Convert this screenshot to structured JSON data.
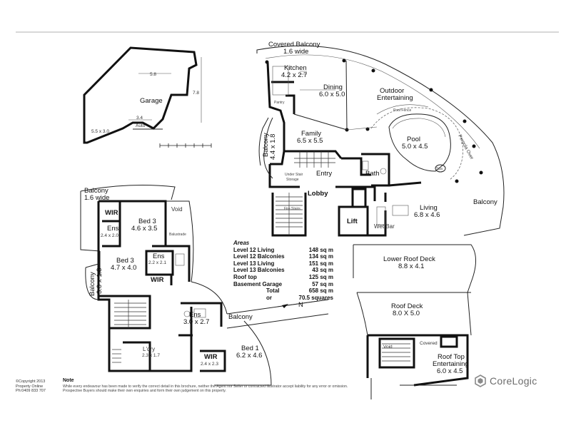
{
  "rooms": {
    "garage": {
      "name": "Garage",
      "dim_width": "5.8",
      "dim_depth": "7.8",
      "dim_inner": "3.4",
      "auto": "Auto",
      "sub": "5.5 x 3.0"
    },
    "covered_balcony": {
      "name": "Covered Balcony",
      "dims": "1.6 wide"
    },
    "kitchen": {
      "name": "Kitchen",
      "dims": "4.2 x 2.7"
    },
    "dining": {
      "name": "Dining",
      "dims": "6.0 x 5.0"
    },
    "outdoor": {
      "name": "Outdoor",
      "name2": "Entertaining"
    },
    "pool": {
      "name": "Pool",
      "dims": "5.0 x 4.5"
    },
    "pergola": {
      "name": "Pergola Over"
    },
    "spa": {
      "name": "Spa"
    },
    "pool_fence": {
      "name": "Pool Fence"
    },
    "family": {
      "name": "Family",
      "dims": "6.5 x 5.5"
    },
    "balcony_left_upper": {
      "name": "Balcony",
      "dims": "4.4 x 1.8"
    },
    "entry": {
      "name": "Entry"
    },
    "bath": {
      "name": "Bath"
    },
    "lobby": {
      "name": "Lobby"
    },
    "lift": {
      "name": "Lift"
    },
    "living": {
      "name": "Living",
      "dims": "6.8 x 4.6"
    },
    "wet_bar": {
      "name": "Wet Bar"
    },
    "balcony_right": {
      "name": "Balcony"
    },
    "fire_stairs": {
      "name": "Fire Stairs"
    },
    "pantry": {
      "name": "Pantry"
    },
    "under_stair": {
      "name": "Under Stair",
      "name2": "Storage"
    },
    "balcony_lower_top": {
      "name": "Balcony",
      "dims": "1.6 wide"
    },
    "wir_top": {
      "name": "WIR"
    },
    "bed3_a": {
      "name": "Bed 3",
      "dims": "4.6 x 3.5"
    },
    "void_a": {
      "name": "Void"
    },
    "balustrade": {
      "name": "Balustrade"
    },
    "ens_a": {
      "name": "Ens",
      "dims": "2.4 x 2.0"
    },
    "bed3_b": {
      "name": "Bed 3",
      "dims": "4.7 x 4.0"
    },
    "ens_b": {
      "name": "Ens",
      "dims": "2.2 x 2.1"
    },
    "wir_mid": {
      "name": "WIR"
    },
    "balcony_left_lower": {
      "name": "Balcony",
      "dims": "3.0 x 1.8"
    },
    "ens_c": {
      "name": "Ens",
      "dims": "3.0 x 2.7"
    },
    "balcony_lower": {
      "name": "Balcony"
    },
    "bed1": {
      "name": "Bed 1",
      "dims": "6.2 x 4.6"
    },
    "ldry": {
      "name": "L'dry",
      "dims": "2.3 x 1.7"
    },
    "wir_low": {
      "name": "WIR",
      "dims": "2.4 x 2.3"
    },
    "lower_roof_deck": {
      "name": "Lower Roof Deck",
      "dims": "8.8 x 4.1"
    },
    "roof_deck": {
      "name": "Roof Deck",
      "dims": "8.0 X 5.0"
    },
    "void_roof": {
      "name": "Void"
    },
    "covered_roof": {
      "name": "Covered"
    },
    "roof_top": {
      "name": "Roof Top",
      "name2": "Entertaining",
      "dims": "6.0 x 4.5"
    },
    "compass": {
      "label": "N"
    }
  },
  "areas": {
    "title": "Areas",
    "rows": [
      {
        "label": "Level 12  Living",
        "value": "148 sq m"
      },
      {
        "label": "Level 12  Balconies",
        "value": "134 sq m"
      },
      {
        "label": "Level 13  Living",
        "value": "151 sq m"
      },
      {
        "label": "Level 13  Balconies",
        "value": "43 sq m"
      },
      {
        "label": "Roof top",
        "value": "125 sq m"
      },
      {
        "label": "Basement Garage",
        "value": "57 sq m"
      },
      {
        "label": "Total",
        "value": "658 sq m"
      },
      {
        "label": "or",
        "value": "70.5 squares"
      }
    ]
  },
  "footer": {
    "copyright": "©Copyright 2013 Property Online Ph:0409 833 707",
    "note_heading": "Note",
    "note_text": "While every endeavour has been made to verify the correct detail in this brochure, neither the Agent nor Seller or contracted illustrator accept liability for any error or omission. Prospective Buyers should make their own enquiries and form their own judgement on this property."
  },
  "brand": {
    "name": "CoreLogic",
    "color": "#7a7a7a"
  }
}
